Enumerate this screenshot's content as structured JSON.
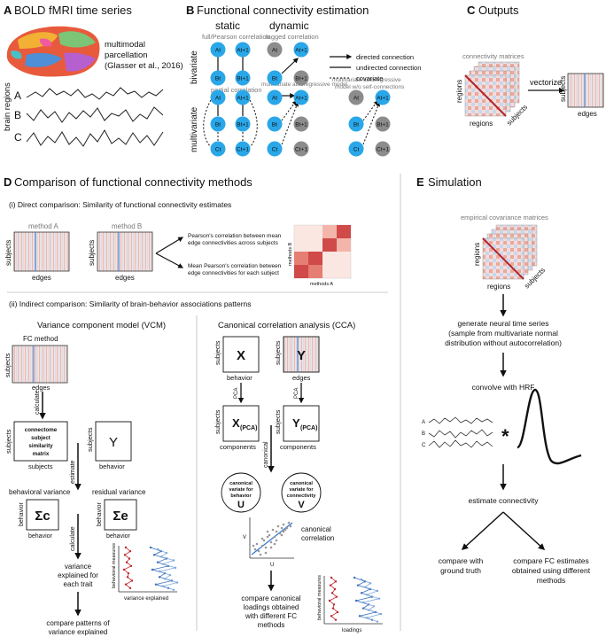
{
  "panel_a": {
    "letter": "A",
    "title": "BOLD fMRI time series",
    "parc_line1": "multimodal",
    "parc_line2": "parcellation",
    "parc_line3": "(Glasser et al., 2016)",
    "ylabel": "brain regions",
    "regions": [
      "A",
      "B",
      "C"
    ]
  },
  "panel_b": {
    "letter": "B",
    "title": "Functional connectivity estimation",
    "static": "static",
    "dynamic": "dynamic",
    "full_corr": "full/Pearson correlation",
    "lagged_corr": "lagged correlation",
    "bivariate": "bivariate",
    "multivariate": "multivariate",
    "partial_corr": "partial correlation",
    "mvar": "multivariate autoregressive model",
    "mvar_noself_1": "multivariate autoregressive",
    "mvar_noself_2": "model w/o self-connections",
    "legend": [
      "directed connection",
      "undirected connection",
      "covariate"
    ],
    "nodes": {
      "at": "At",
      "at1": "At+1",
      "bt": "Bt",
      "bt1": "Bt+1",
      "ct": "Ct",
      "ct1": "Ct+1"
    }
  },
  "panel_c": {
    "letter": "C",
    "title": "Outputs",
    "matrices_label": "connectivity matrices",
    "regions_y": "regions",
    "regions_x": "regions",
    "subjects_z": "subjects",
    "vectorize": "vectorize",
    "out_y": "subjects",
    "out_x": "edges"
  },
  "panel_d": {
    "letter": "D",
    "title": "Comparison of functional connectivity methods",
    "direct": "(i) Direct comparison: Similarity of functional connectivity estimates",
    "method_a": "method A",
    "method_b": "method B",
    "subjects": "subjects",
    "edges": "edges",
    "pearson_mean_1": "Pearson's correlation between mean",
    "pearson_mean_2": "edge connectivities across subjects",
    "mean_pearson_1": "Mean Pearson's correlation between",
    "mean_pearson_2": "edge connectivities for each subject",
    "methods_b": "methods B",
    "methods_a": "methods A",
    "indirect": "(ii) Indirect comparison: Similarity of brain-behavior associations patterns",
    "vcm": {
      "title": "Variance component model (VCM)",
      "fc_method": "FC method",
      "subjects": "subjects",
      "edges": "edges",
      "calculate": "calculate",
      "sim_1": "connectome",
      "sim_2": "subject",
      "sim_3": "similarity",
      "sim_4": "matrix",
      "sim_y": "subjects",
      "sim_x": "subjects",
      "y_letter": "Y",
      "y_side": "subjects",
      "y_below": "behavior",
      "estimate": "estimate",
      "beh_var": "behavioral variance",
      "res_var": "residual variance",
      "sigma_c": "Σc",
      "sigma_e": "Σe",
      "behavior": "behavior",
      "calculate2": "calculate",
      "var_exp_1": "variance",
      "var_exp_2": "explained for",
      "var_exp_3": "each trait",
      "plot_y": "behavioral measures",
      "plot_x": "variance explained",
      "compare_1": "compare patterns of",
      "compare_2": "variance explained"
    },
    "cca": {
      "title": "Canonical correlation analysis (CCA)",
      "x_letter": "X",
      "y_letter": "Y",
      "subjects": "subjects",
      "behavior": "behavior",
      "edges": "edges",
      "pca": "PCA",
      "xpca": "X",
      "ypca": "Y",
      "pca_sub": "(PCA)",
      "components": "components",
      "canonical": "canonical",
      "u_1": "canonical",
      "u_2": "variate for",
      "u_3": "behavior",
      "u_letter": "U",
      "v_1": "canonical",
      "v_2": "variate for",
      "v_3": "connectivity",
      "v_letter": "V",
      "scatter_y": "V",
      "scatter_x": "U",
      "cancorr_1": "canonical",
      "cancorr_2": "correlation",
      "compare_1": "compare canonical",
      "compare_2": "loadings obtained",
      "compare_3": "with different FC",
      "compare_4": "methods",
      "plot_y": "behavioral measures",
      "plot_x": "loadings"
    }
  },
  "panel_e": {
    "letter": "E",
    "title": "Simulation",
    "emp_cov": "empirical covariance matrices",
    "regions_y": "regions",
    "regions_x": "regions",
    "subjects_z": "subjects",
    "gen_1": "generate neural time series",
    "gen_2": "(sample from multivariate normal",
    "gen_3": "distribution without autocorrelation)",
    "convolve": "convolve with HRF",
    "ts": [
      "A",
      "B",
      "C"
    ],
    "star": "*",
    "estimate": "estimate connectivity",
    "cmp_gt_1": "compare with",
    "cmp_gt_2": "ground truth",
    "cmp_fc_1": "compare FC estimates",
    "cmp_fc_2": "obtained using different",
    "cmp_fc_3": "methods"
  },
  "colors": {
    "node_blue": "#2aa7e8",
    "node_gray": "#8c8c8c",
    "red": "#c0272d",
    "blue": "#3a6fb8",
    "divider": "#cccccc"
  }
}
